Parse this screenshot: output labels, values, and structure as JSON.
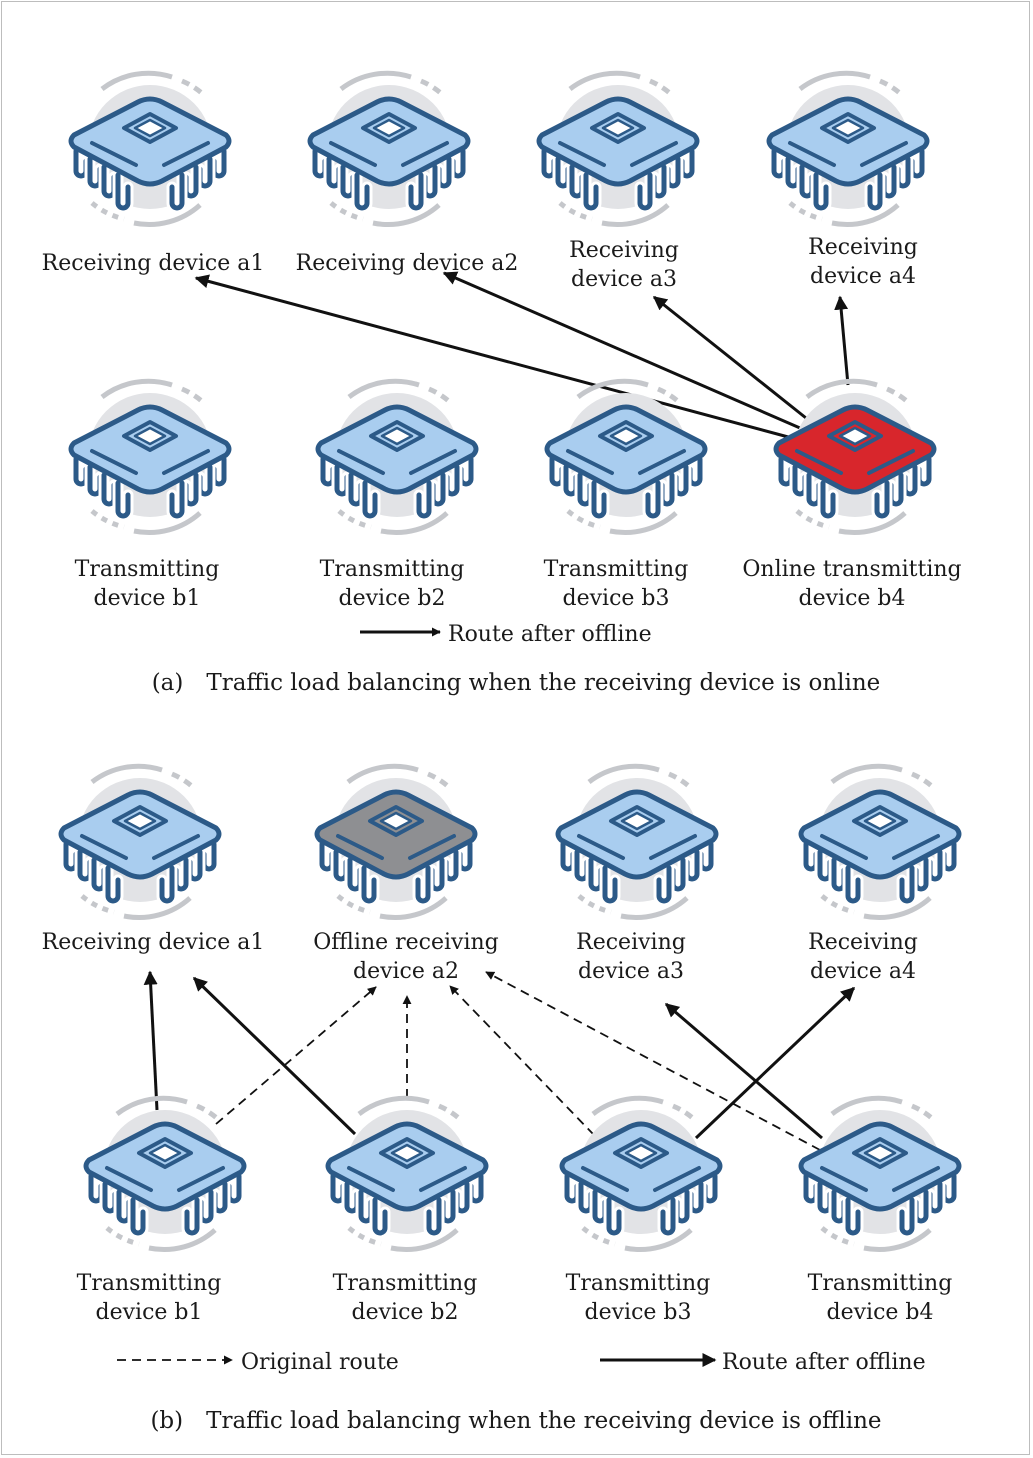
{
  "colors": {
    "chip_default": "#a9cdef",
    "chip_online": "#d8262c",
    "chip_offline": "#8e8f92",
    "chip_outline": "#2c5a88",
    "halo": "#e2e3e6",
    "arc": "#c5c7cb",
    "arrow": "#111111"
  },
  "panel_a": {
    "receivers": [
      {
        "lines": [
          "Receiving device a1"
        ],
        "state": "default"
      },
      {
        "lines": [
          "Receiving device a2"
        ],
        "state": "default"
      },
      {
        "lines": [
          "Receiving",
          "device a3"
        ],
        "state": "default"
      },
      {
        "lines": [
          "Receiving",
          "device a4"
        ],
        "state": "default"
      }
    ],
    "transmitters": [
      {
        "lines": [
          "Transmitting",
          "device b1"
        ],
        "state": "default"
      },
      {
        "lines": [
          "Transmitting",
          "device b2"
        ],
        "state": "default"
      },
      {
        "lines": [
          "Transmitting",
          "device b3"
        ],
        "state": "default"
      },
      {
        "lines": [
          "Online transmitting",
          "device b4"
        ],
        "state": "online"
      }
    ],
    "legend": {
      "solid": "Route after offline"
    },
    "caption": "(a) Traffic load balancing when the receiving device is online"
  },
  "panel_b": {
    "receivers": [
      {
        "lines": [
          "Receiving device a1"
        ],
        "state": "default"
      },
      {
        "lines": [
          "Offline receiving",
          "device a2"
        ],
        "state": "offline"
      },
      {
        "lines": [
          "Receiving",
          "device a3"
        ],
        "state": "default"
      },
      {
        "lines": [
          "Receiving",
          "device a4"
        ],
        "state": "default"
      }
    ],
    "transmitters": [
      {
        "lines": [
          "Transmitting",
          "device b1"
        ],
        "state": "default"
      },
      {
        "lines": [
          "Transmitting",
          "device b2"
        ],
        "state": "default"
      },
      {
        "lines": [
          "Transmitting",
          "device b3"
        ],
        "state": "default"
      },
      {
        "lines": [
          "Transmitting",
          "device b4"
        ],
        "state": "default"
      }
    ],
    "legend": {
      "dashed": "Original route",
      "solid": "Route after offline"
    },
    "caption": "(b) Traffic load balancing when the receiving device is offline"
  }
}
